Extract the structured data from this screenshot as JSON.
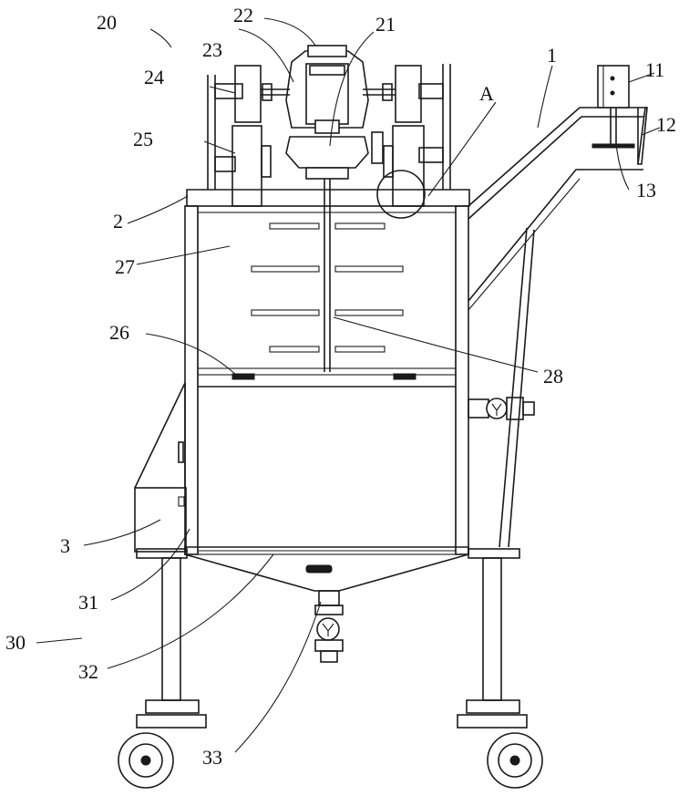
{
  "diagram": {
    "labels": {
      "l20": "20",
      "l22": "22",
      "l21": "21",
      "l23": "23",
      "l24": "24",
      "l1": "1",
      "l11": "11",
      "lA": "A",
      "l12": "12",
      "l25": "25",
      "l13": "13",
      "l2": "2",
      "l27": "27",
      "l26": "26",
      "l28": "28",
      "l3": "3",
      "l31": "31",
      "l30": "30",
      "l32": "32",
      "l33": "33"
    }
  }
}
